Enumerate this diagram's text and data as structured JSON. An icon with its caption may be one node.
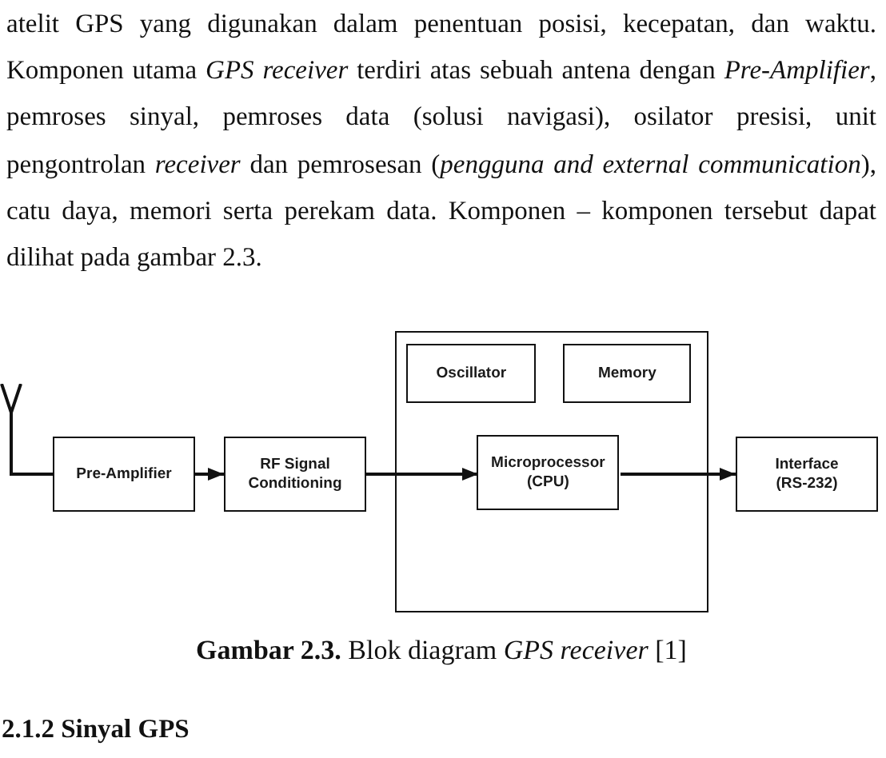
{
  "diagram": {
    "caption": "**Gambar 2.3.** Blok diagram *GPS receiver* [1]",
    "nodes": [
      {
        "text": [],
        "shape": "antenna"
      },
      {
        "text": [
          "Pre-Amplifier"
        ]
      },
      {
        "text": [
          "RF Signal Conditioning"
        ]
      },
      {
        "text": [],
        "shape": "box"
      },
      {
        "text": [
          "Oscillator"
        ],
        "in": 3
      },
      {
        "text": [
          "Memory"
        ],
        "in": 3
      },
      {
        "text": [
          "Microprocessor (CPU)"
        ],
        "in": 3
      },
      {
        "text": [
          "Interface (RS-232)"
        ]
      }
    ],
    "edges": [
      {
        "from": 0,
        "to": 1,
        "arrow": "none"
      },
      {
        "from": 1,
        "to": 2,
        "arrow": "to"
      },
      {
        "from": 2,
        "to": 6,
        "arrow": "to"
      },
      {
        "from": 6,
        "to": 7,
        "arrow": "to"
      }
    ],
    "labels": [
      "atelit GPS yang digunakan dalam penentuan posisi, kecepatan, dan waktu. Komponen utama *GPS receiver* terdiri atas sebuah antena dengan *Pre-Amplifier*, pemroses sinyal, pemroses data (solusi navigasi), osilator presisi, unit pengontrolan *receiver* dan pemrosesan (*pengguna and external communication*), catu daya, memori serta perekam data. Komponen – komponen tersebut dapat dilihat pada gambar 2.3.",
      "2.1.2 Sinyal GPS"
    ]
  }
}
